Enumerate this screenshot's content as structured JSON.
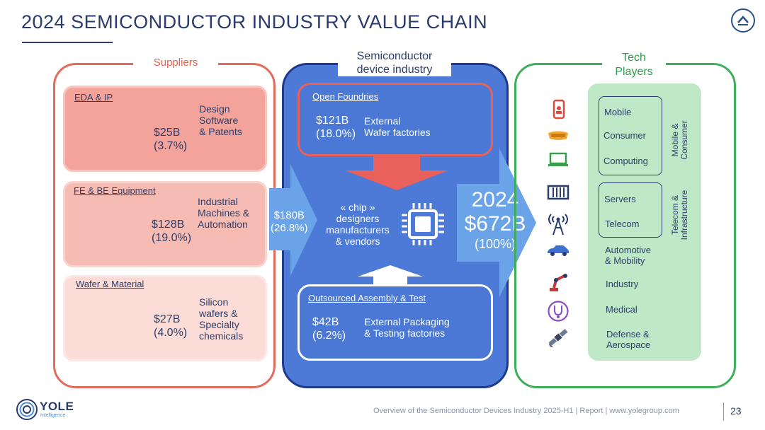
{
  "title": "2024 SEMICONDUCTOR INDUSTRY VALUE CHAIN",
  "suppliers": {
    "title": "Suppliers",
    "boxes": [
      {
        "label": "EDA & IP",
        "value": "$25B",
        "share": "(3.7%)",
        "desc": [
          "Design",
          "Software",
          "& Patents"
        ]
      },
      {
        "label": "FE & BE Equipment",
        "value": "$128B",
        "share": "(19.0%)",
        "desc": [
          "Industrial",
          "Machines &",
          "Automation"
        ]
      },
      {
        "label": "Wafer & Material",
        "value": "$27B",
        "share": "(4.0%)",
        "desc": [
          "Silicon",
          "wafers &",
          "Specialty",
          "chemicals"
        ]
      }
    ],
    "arrow": {
      "value": "$180B",
      "share": "(26.8%)"
    }
  },
  "device_industry": {
    "title": [
      "Semiconductor",
      "device industry"
    ],
    "foundries": {
      "label": "Open Foundries",
      "value": "$121B",
      "share": "(18.0%)",
      "desc": [
        "External",
        "Wafer factories"
      ]
    },
    "center": [
      "« chip »",
      "designers",
      "manufacturers",
      "& vendors"
    ],
    "osat": {
      "label": "Outsourced Assembly & Test",
      "value": "$42B",
      "share": "(6.2%)",
      "desc": [
        "External Packaging",
        "& Testing factories"
      ]
    }
  },
  "total_arrow": {
    "year": "2024",
    "value": "$672B",
    "share": "(100%)"
  },
  "tech_players": {
    "title": [
      "Tech",
      "Players"
    ],
    "mobile_group": {
      "items": [
        "Mobile",
        "Consumer",
        "Computing"
      ],
      "label": [
        "Mobile &",
        "Consumer"
      ]
    },
    "infra_group": {
      "items": [
        "Servers",
        "Telecom"
      ],
      "label": [
        "Telecom &",
        "Infrastructure"
      ]
    },
    "others": [
      [
        "Automotive",
        "& Mobility"
      ],
      [
        "Industry"
      ],
      [
        "Medical"
      ],
      [
        "Defense &",
        "Aerospace"
      ]
    ]
  },
  "footer": {
    "text": "Overview of the Semiconductor Devices Industry 2025-H1 | Report | www.yolegroup.com",
    "page": "23"
  },
  "logo": {
    "name": "YOLE",
    "sub": "Intelligence"
  },
  "icons": [
    "smartphone-icon",
    "vr-headset-icon",
    "laptop-icon",
    "server-rack-icon",
    "antenna-tower-icon",
    "car-icon",
    "robot-arm-icon",
    "stethoscope-icon",
    "satellite-icon",
    "chip-icon",
    "home-icon"
  ],
  "colors": {
    "supplier": "#e46a5c",
    "device": "#4c7ad6",
    "device_border": "#1f3a8a",
    "tech": "#3fae5a",
    "green_panel": "#bfe8c6",
    "title": "#2a3b6e"
  }
}
